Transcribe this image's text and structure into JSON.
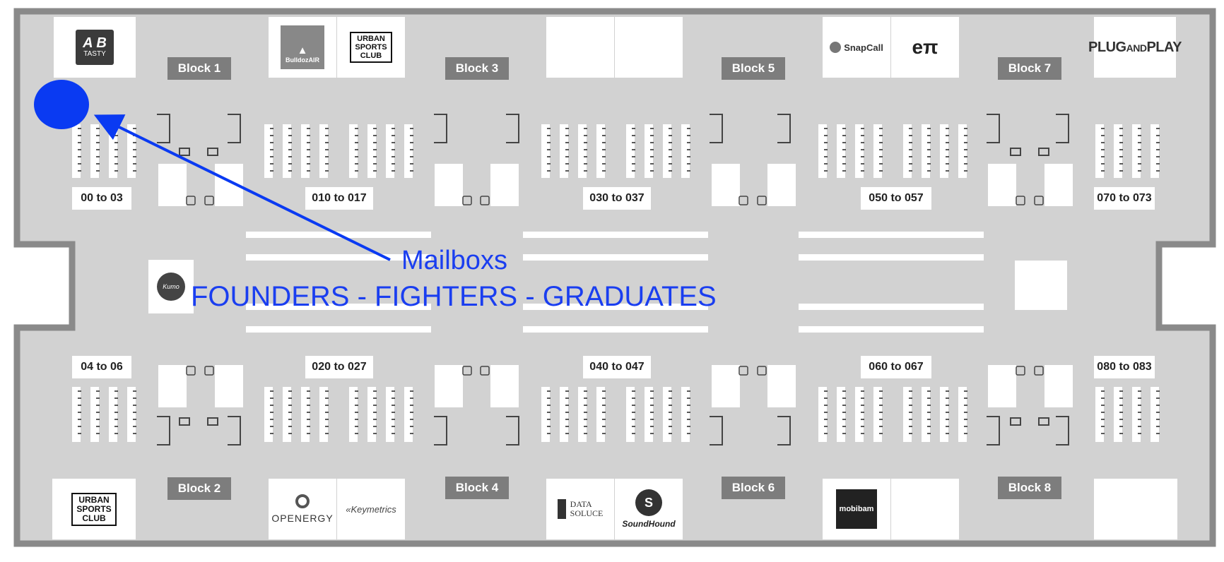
{
  "blocks": [
    "Block 1",
    "Block 2",
    "Block 3",
    "Block 4",
    "Block 5",
    "Block 6",
    "Block 7",
    "Block 8"
  ],
  "ranges": [
    "00 to 03",
    "010 to 017",
    "030 to 037",
    "050 to 057",
    "070 to 073",
    "04 to 06",
    "020 to 027",
    "040 to 047",
    "060 to 067",
    "080 to 083"
  ],
  "logos": {
    "ab_tasty": {
      "line1": "A B",
      "line2": "TASTY"
    },
    "bulldozair": "BulldozAIR",
    "urban_sports_top": [
      "URBAN",
      "SPORTS",
      "CLUB"
    ],
    "snapcall": "SnapCall",
    "e_logo": "eπ",
    "plug_and_play": [
      "PLUG",
      "AND",
      "PLAY"
    ],
    "kumo": "Kumo",
    "urban_sports_bottom": [
      "URBAN",
      "SPORTS",
      "CLUB"
    ],
    "openergy": "OPENERGY",
    "keymetrics": "Keymetrics",
    "data_soluce": [
      "DATA",
      "SOLUCE"
    ],
    "soundhound": "SoundHound",
    "mobibam": "mobibam"
  },
  "annotation": {
    "title": "Mailboxs",
    "subtitle": "FOUNDERS - FIGHTERS - GRADUATES",
    "color": "#1a3ef0"
  },
  "colors": {
    "floor": "#d2d2d2",
    "wall": "#8a8a8a",
    "label_bg": "#7d7d7d",
    "marker": "#0a3af2"
  },
  "icons": [
    "phone-icon",
    "printer-icon",
    "chair-icon"
  ]
}
